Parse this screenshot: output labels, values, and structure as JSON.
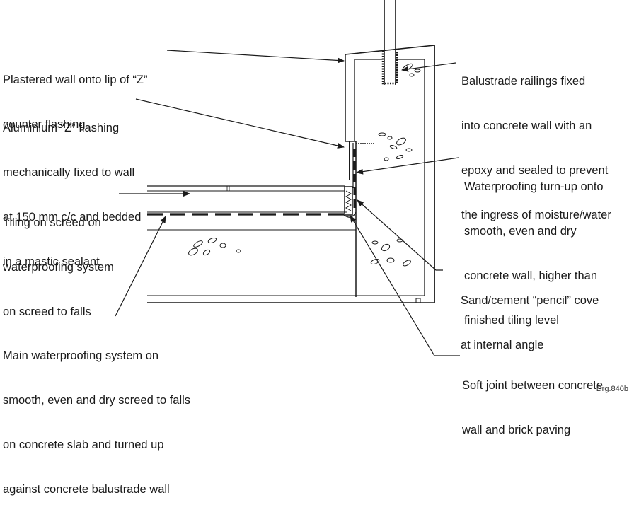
{
  "drawing_ref": "Drg.840b",
  "colors": {
    "line": "#1a1a1a",
    "background": "#ffffff"
  },
  "labels": {
    "plastered_wall": [
      "Plastered wall onto lip of “Z”",
      "counter flashing"
    ],
    "z_flashing": [
      "Aluminium “Z” flashing",
      "mechanically fixed to wall",
      "at 150 mm c/c and bedded",
      "in a mastic sealant"
    ],
    "tiling": [
      "Tiling on screed on",
      "waterproofing system",
      "on screed to falls"
    ],
    "main_waterproofing": [
      "Main waterproofing system on",
      "smooth, even and dry screed to falls",
      "on concrete slab and turned up",
      "against concrete balustrade wall"
    ],
    "balustrade_railings": [
      "Balustrade railings fixed",
      "into concrete wall with an",
      "epoxy and sealed to prevent",
      "the ingress of moisture/water"
    ],
    "waterproofing_turnup": [
      "Waterproofing turn-up onto",
      "smooth, even and dry",
      "concrete wall, higher than",
      "finished tiling level"
    ],
    "pencil_cove": [
      "Sand/cement “pencil” cove",
      "at internal angle"
    ],
    "soft_joint": [
      "Soft joint between concrete",
      "wall and brick paving"
    ]
  }
}
